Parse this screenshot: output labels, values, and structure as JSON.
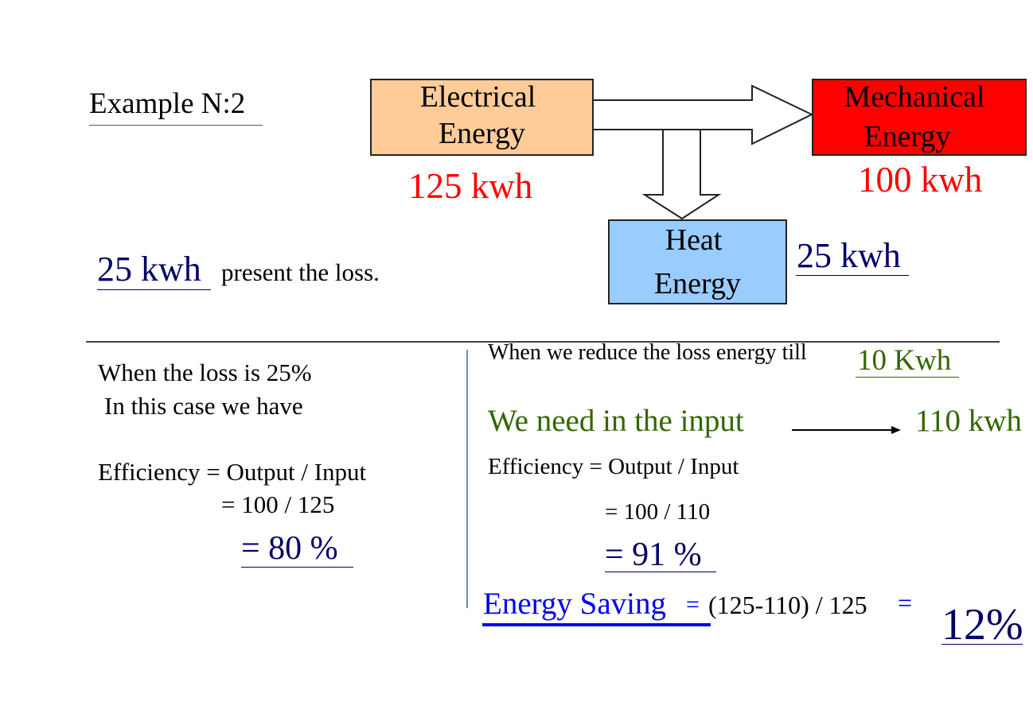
{
  "title": "Example N:2",
  "diagram": {
    "input_box": {
      "line1": "Electrical",
      "line2": "Energy",
      "value": "125 kwh",
      "color": "#FFCC99"
    },
    "output_box": {
      "line1": "Mechanical",
      "line2": "Energy",
      "value": "100 kwh",
      "color": "#FF0000"
    },
    "loss_box": {
      "line1": "Heat",
      "line2": "Energy",
      "value": "25 kwh",
      "color": "#99CCFF"
    }
  },
  "loss_note": {
    "value": "25 kwh",
    "text": "present the loss."
  },
  "left": {
    "line1": "When the loss is 25%",
    "line2": "In this case we have",
    "formula": "Efficiency = Output / Input",
    "calc": "= 100 / 125",
    "result": "= 80 %"
  },
  "right": {
    "line1": "When we reduce the loss energy till",
    "reduced_loss": "10 Kwh",
    "need": "We need in the input",
    "need_value": "110 kwh",
    "formula": "Efficiency = Output / Input",
    "calc": "= 100 / 110",
    "result": "= 91 %",
    "saving_label": "Energy Saving",
    "eq1": "=",
    "saving_calc": "(125-110) / 125",
    "eq2": "=",
    "saving_result": "12%"
  },
  "colors": {
    "red": "#FF0000",
    "navy": "#000066",
    "green": "#336600",
    "blue": "#0000EE"
  }
}
